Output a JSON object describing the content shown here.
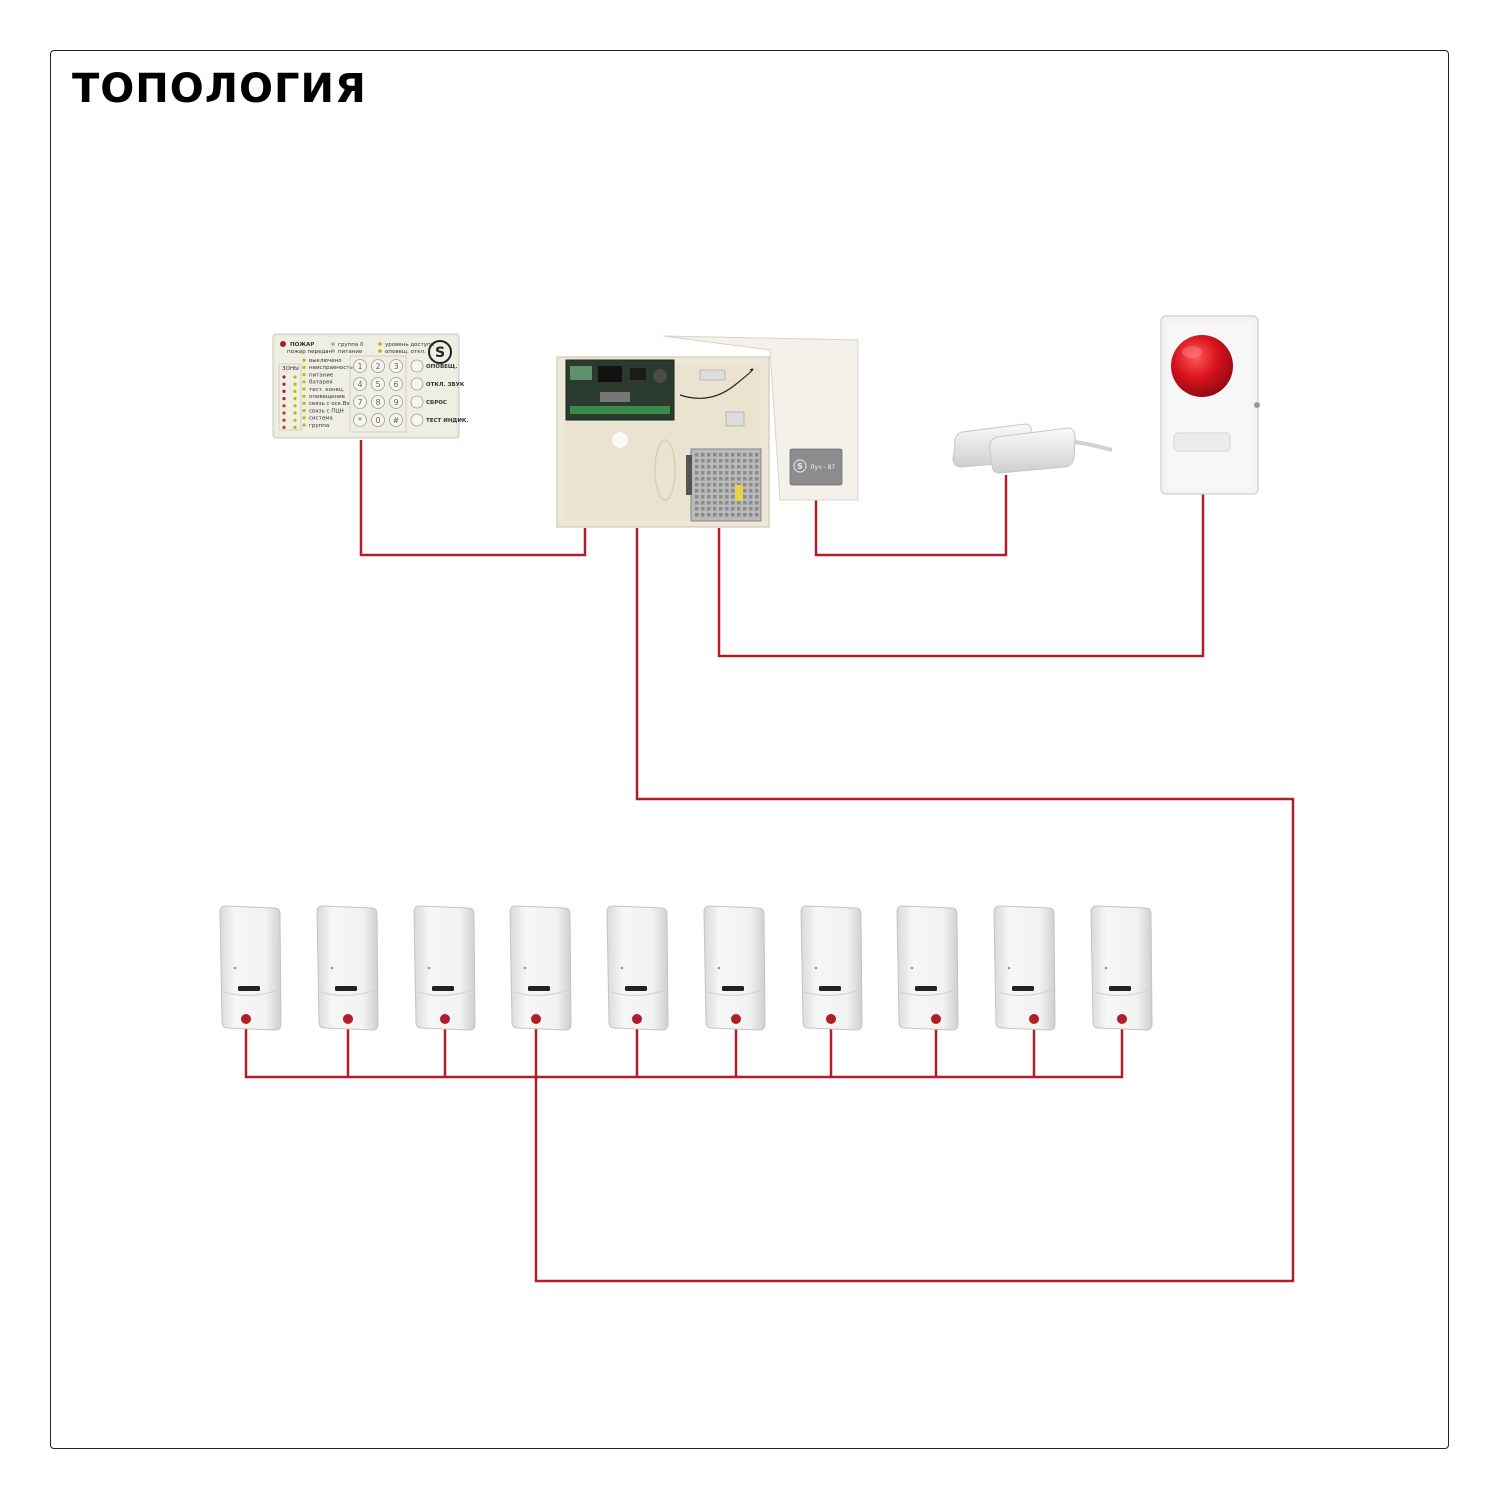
{
  "page": {
    "title": "ТОПОЛОГИЯ"
  },
  "colors": {
    "wire": "#b01e2a",
    "frame": "#222222",
    "device_body": "#f1f1f1",
    "siren_lamp": "#d9121d",
    "panel_case": "#ece7d6"
  },
  "keypad": {
    "logo": "S",
    "header_labels": [
      "ПОЖАР",
      "пожар передан",
      "группа 0",
      "питание",
      "уровень доступа",
      "оповещ. откл."
    ],
    "zone_header": "ЗОНЫ",
    "zone_labels": [
      "выключено",
      "неисправность",
      "питание",
      "батарея",
      "тест. конец.",
      "оповещение",
      "связь с оск.Вх",
      "связь с ПЦН",
      "система",
      "группа"
    ],
    "keys": [
      "1",
      "2",
      "3",
      "4",
      "5",
      "6",
      "7",
      "8",
      "9",
      "*",
      "0",
      "#"
    ],
    "function_labels": [
      "ОПОВЕЩ.",
      "ОТКЛ. ЗВУК",
      "СБРОС",
      "ТЕСТ ИНДИК."
    ]
  },
  "panel": {
    "nameplate_logo": "S",
    "nameplate_text": "Луч - 87"
  },
  "icons": {
    "keypad": "keypad-icon",
    "panel": "control-panel-icon",
    "magnetic_sensor": "door-contact-icon",
    "siren": "siren-icon",
    "detector": "motion-detector-icon"
  },
  "detectors": {
    "count": 10
  }
}
